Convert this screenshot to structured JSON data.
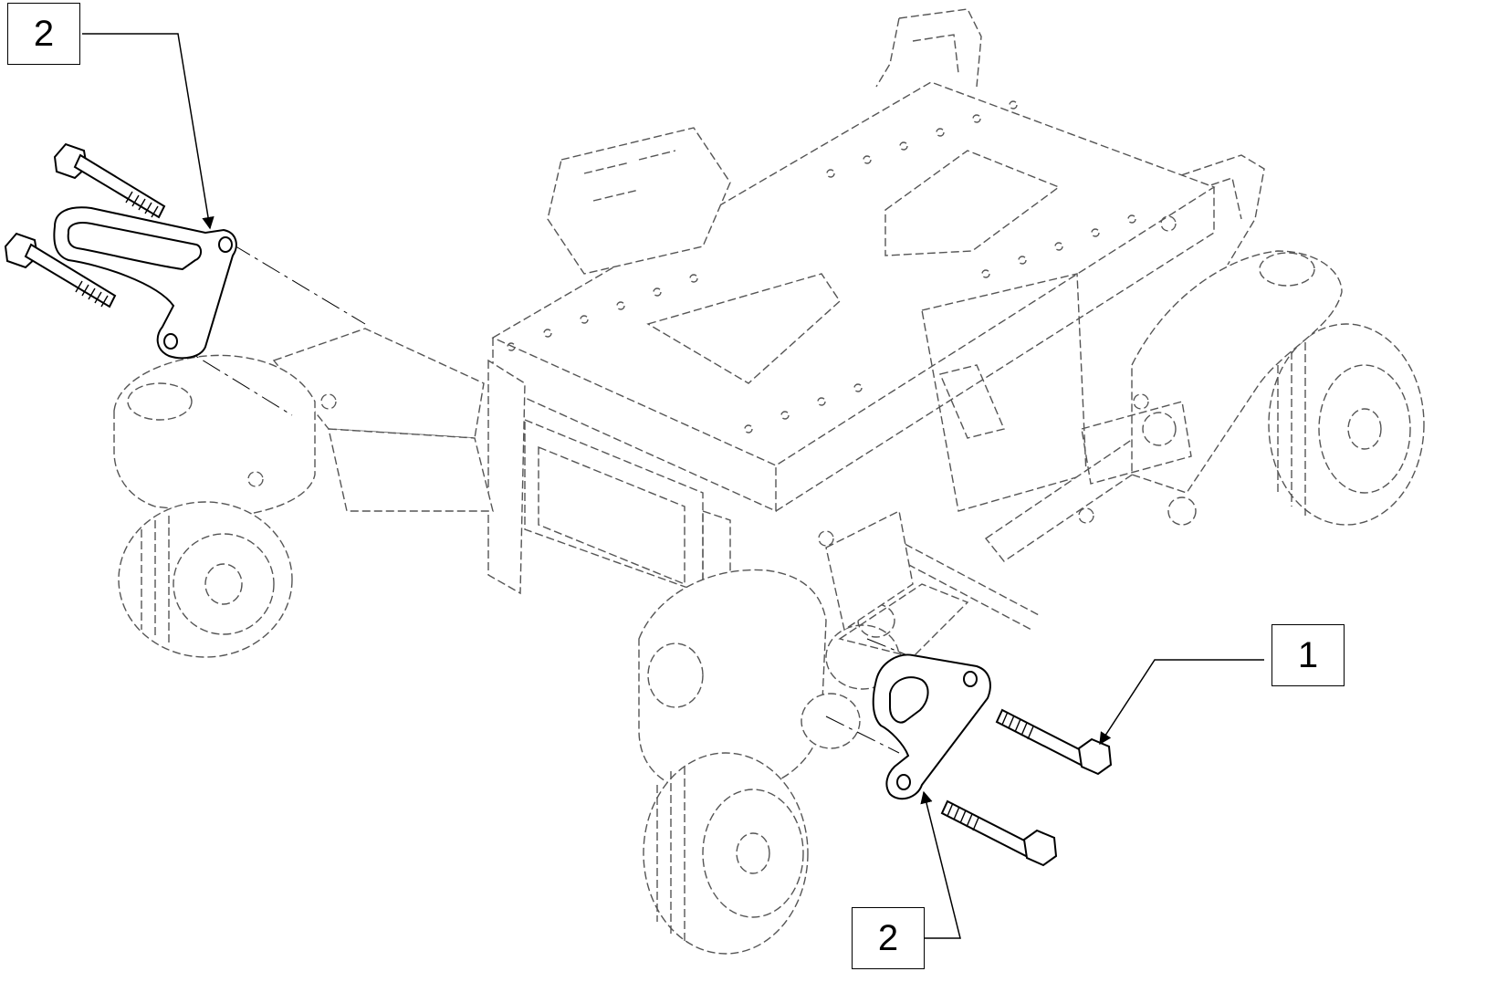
{
  "diagram": {
    "callouts": [
      {
        "id": "left-bracket",
        "label": "2"
      },
      {
        "id": "bolt",
        "label": "1"
      },
      {
        "id": "right-bracket",
        "label": "2"
      }
    ]
  }
}
